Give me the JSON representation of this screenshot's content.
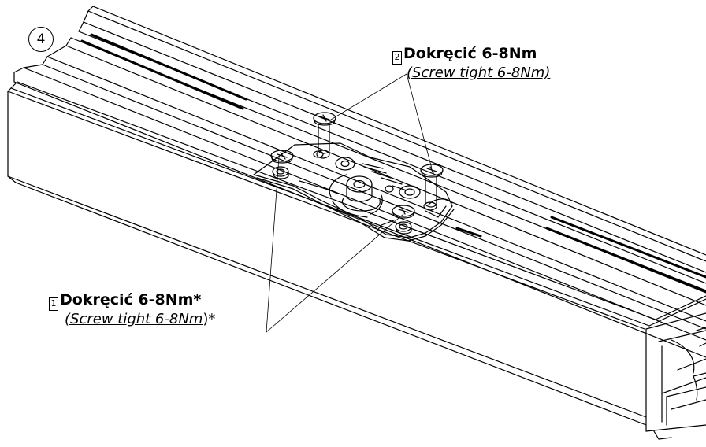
{
  "step": {
    "number": "4"
  },
  "callout_top": {
    "index": "2",
    "text": "Dokręcić 6-8Nm",
    "translation": "(Screw tight 6-8Nm)"
  },
  "callout_bottom": {
    "index": "1",
    "text": "Dokręcić 6-8Nm*",
    "translation": "(Screw tight 6-8Nm",
    "suffix": ")*"
  },
  "colors": {
    "line": "#000000",
    "background": "#ffffff",
    "shade": "#d0d0d0"
  }
}
